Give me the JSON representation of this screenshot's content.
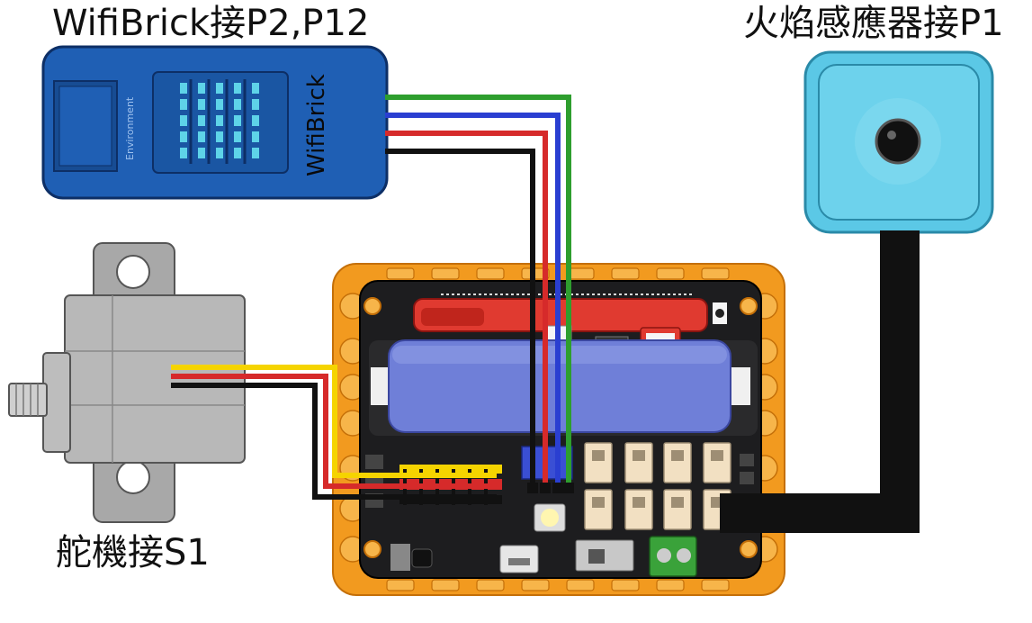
{
  "labels": {
    "wifibrick_connection": "WifiBrick接P2,P12",
    "flame_sensor_connection": "火焰感應器接P1",
    "servo_connection": "舵機接S1"
  },
  "wifibrick": {
    "name_text": "WifiBrick",
    "module_text": "Environment",
    "color": "#1f5fb4"
  },
  "flame_sensor": {
    "color": "#5bc8e6"
  },
  "board": {
    "frame_color": "#f29a1f",
    "battery_color": "#6f7fd8",
    "slot_color": "#e03a30"
  },
  "wire_colors": {
    "green": "#2e9e2e",
    "blue": "#2a3fd1",
    "red": "#d62a2a",
    "black": "#111111",
    "yellow": "#f5d400"
  }
}
